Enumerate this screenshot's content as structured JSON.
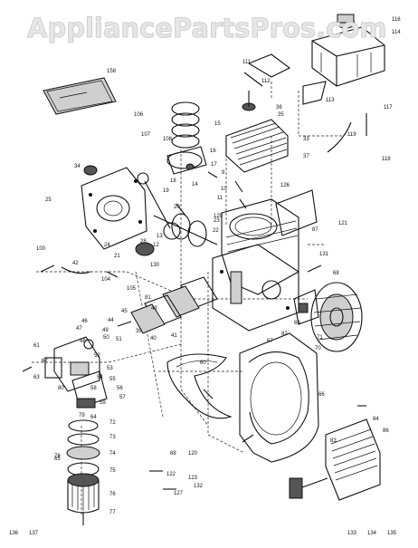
{
  "watermark": "AppliancePartsPros.com",
  "labels": [
    "116",
    "114",
    "111",
    "112",
    "113",
    "117",
    "119",
    "118",
    "36",
    "35",
    "33",
    "37",
    "158",
    "106",
    "107",
    "108",
    "15",
    "16",
    "17",
    "18",
    "19",
    "20",
    "22",
    "121",
    "126",
    "34",
    "25",
    "9",
    "10",
    "11",
    "13",
    "12",
    "24",
    "21",
    "23",
    "14",
    "28",
    "129",
    "130",
    "131",
    "100",
    "42",
    "104",
    "105",
    "41",
    "40",
    "39",
    "44",
    "45",
    "43",
    "46",
    "47",
    "48",
    "49",
    "50",
    "51",
    "52",
    "53",
    "54",
    "55",
    "56",
    "57",
    "58",
    "59",
    "60",
    "61",
    "62",
    "63",
    "64",
    "65",
    "66",
    "67",
    "68",
    "69",
    "70",
    "71",
    "72",
    "73",
    "74",
    "75",
    "76",
    "77",
    "78",
    "79",
    "80",
    "81",
    "82",
    "83",
    "84",
    "86",
    "87",
    "88",
    "120",
    "122",
    "123",
    "127",
    "132",
    "133",
    "134",
    "135",
    "136",
    "137"
  ]
}
